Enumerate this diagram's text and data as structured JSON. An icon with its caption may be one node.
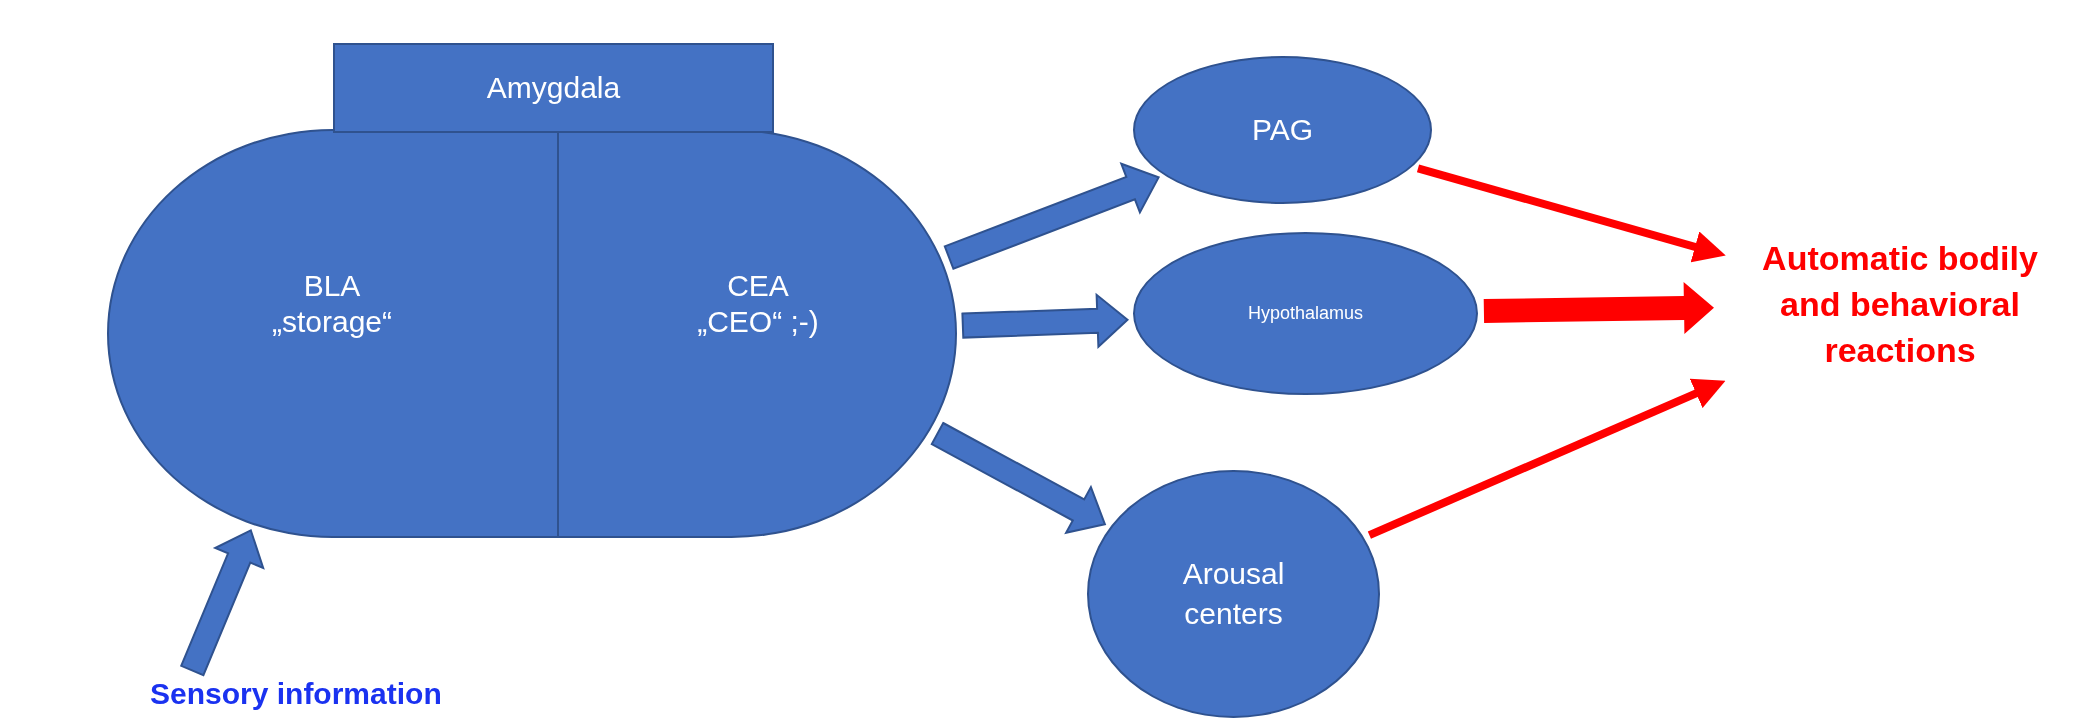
{
  "diagram": {
    "nodes": [
      {
        "text": [
          "Amygdala"
        ]
      },
      {
        "text": [
          "BLA",
          "„storage“"
        ],
        "in": 0
      },
      {
        "text": [
          "CEA",
          "„CEO“ ;-)"
        ],
        "in": 0
      },
      {
        "text": [
          "PAG"
        ]
      },
      {
        "text": [
          "Hypothalamus"
        ]
      },
      {
        "text": [
          "Arousal centers"
        ]
      },
      {
        "text": [
          "Automatic bodily and behavioral reactions"
        ]
      },
      {
        "text": [
          "Sensory information"
        ]
      }
    ],
    "edges": [
      {
        "from": 7,
        "to": 0,
        "arrow": "to",
        "style": "thick"
      },
      {
        "from": 2,
        "to": 3,
        "arrow": "to",
        "style": "thick"
      },
      {
        "from": 2,
        "to": 4,
        "arrow": "to",
        "style": "thick"
      },
      {
        "from": 2,
        "to": 5,
        "arrow": "to",
        "style": "thick"
      },
      {
        "from": 3,
        "to": 6,
        "arrow": "to",
        "color": "#ff0000"
      },
      {
        "from": 4,
        "to": 6,
        "arrow": "to",
        "style": "thick",
        "color": "#ff0000"
      },
      {
        "from": 5,
        "to": 6,
        "arrow": "to",
        "color": "#ff0000"
      }
    ]
  }
}
